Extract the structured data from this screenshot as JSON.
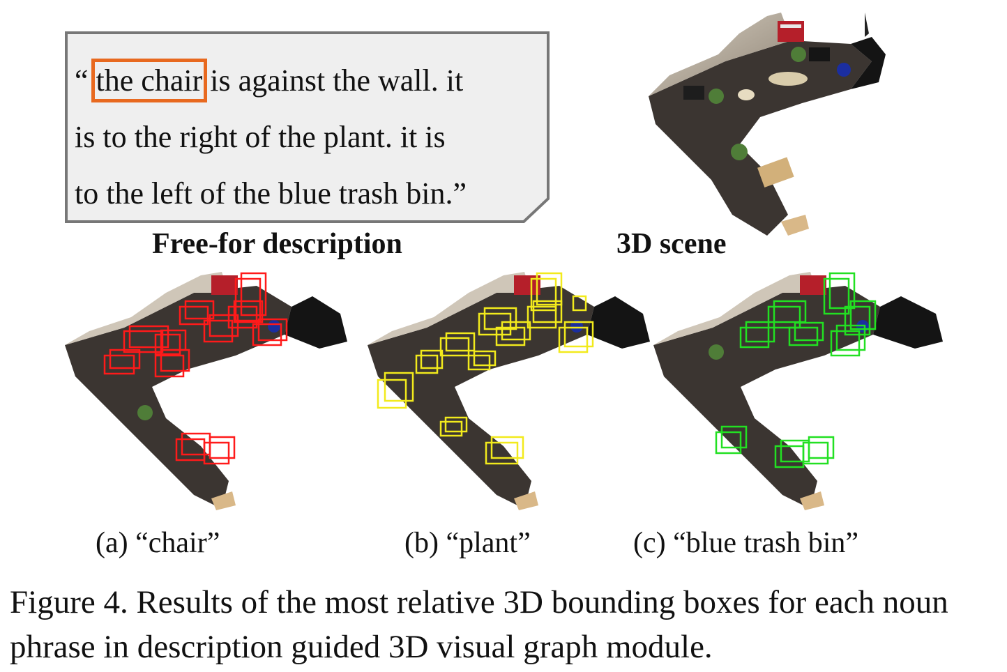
{
  "description_box": {
    "open_quote": "“ ",
    "highlight": "the chair",
    "line1_rest": " is against the wall. it",
    "line2": "is to the right of the plant. it is",
    "line3": "to the left of the blue trash bin.”"
  },
  "panels": {
    "description_title": "Free-for description",
    "scene_title": "3D scene"
  },
  "results": [
    {
      "caption": "(a) “chair”",
      "box_color": "#ff1a1a"
    },
    {
      "caption": "(b) “plant”",
      "box_color": "#f2ea1c"
    },
    {
      "caption": "(c) “blue trash bin”",
      "box_color": "#22e022"
    }
  ],
  "colors": {
    "highlight_box": "#e8691f",
    "note_fill": "#efefef",
    "note_border": "#777777"
  },
  "figure_caption": "Figure 4.  Results of the most relative 3D bounding boxes for each noun phrase in description guided 3D visual graph module."
}
